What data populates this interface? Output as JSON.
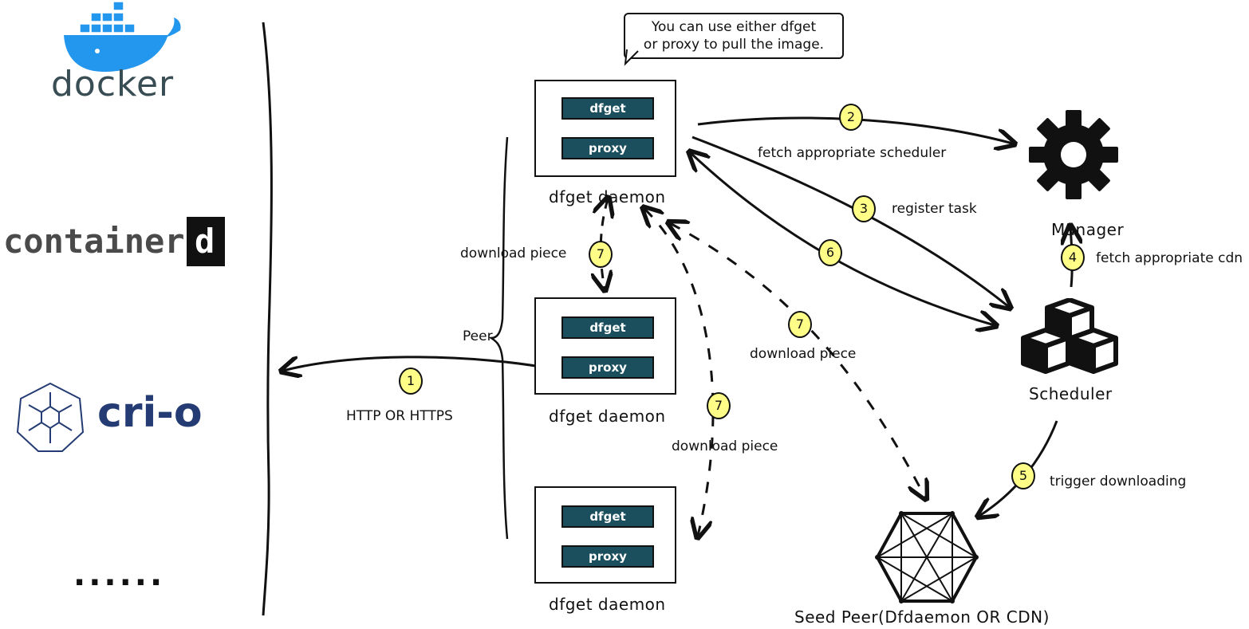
{
  "runtimes": {
    "docker": "docker",
    "containerd": "container",
    "containerd_d": "d",
    "crio": "cri-o",
    "more": "......"
  },
  "callout": {
    "line1": "You can use either dfget",
    "line2": "or proxy to pull the image."
  },
  "daemons": [
    {
      "label": "dfget daemon",
      "dfget": "dfget",
      "proxy": "proxy"
    },
    {
      "label": "dfget daemon",
      "dfget": "dfget",
      "proxy": "proxy"
    },
    {
      "label": "dfget daemon",
      "dfget": "dfget",
      "proxy": "proxy"
    }
  ],
  "peer_label": "Peer",
  "nodes": {
    "manager": "Manager",
    "scheduler": "Scheduler",
    "seed_peer": "Seed Peer(Dfdaemon OR CDN)"
  },
  "steps": {
    "s1": {
      "num": "1",
      "label": "HTTP OR HTTPS"
    },
    "s2": {
      "num": "2",
      "label": "fetch appropriate scheduler"
    },
    "s3": {
      "num": "3",
      "label": "register task"
    },
    "s4": {
      "num": "4",
      "label": "fetch appropriate cdn"
    },
    "s5": {
      "num": "5",
      "label": "trigger downloading"
    },
    "s6": {
      "num": "6"
    },
    "s7a": {
      "num": "7",
      "label": "download piece"
    },
    "s7b": {
      "num": "7",
      "label": "download piece"
    },
    "s7c": {
      "num": "7",
      "label": "download piece"
    }
  },
  "colors": {
    "pill": "#1c4f5e",
    "badge": "#ffff88",
    "docker_blue": "#2396ed",
    "crio_blue": "#243c73"
  },
  "icons": [
    "docker-whale-icon",
    "containerd-logo-icon",
    "crio-logo-icon",
    "gear-icon",
    "cubes-icon",
    "hexagon-mesh-icon"
  ]
}
